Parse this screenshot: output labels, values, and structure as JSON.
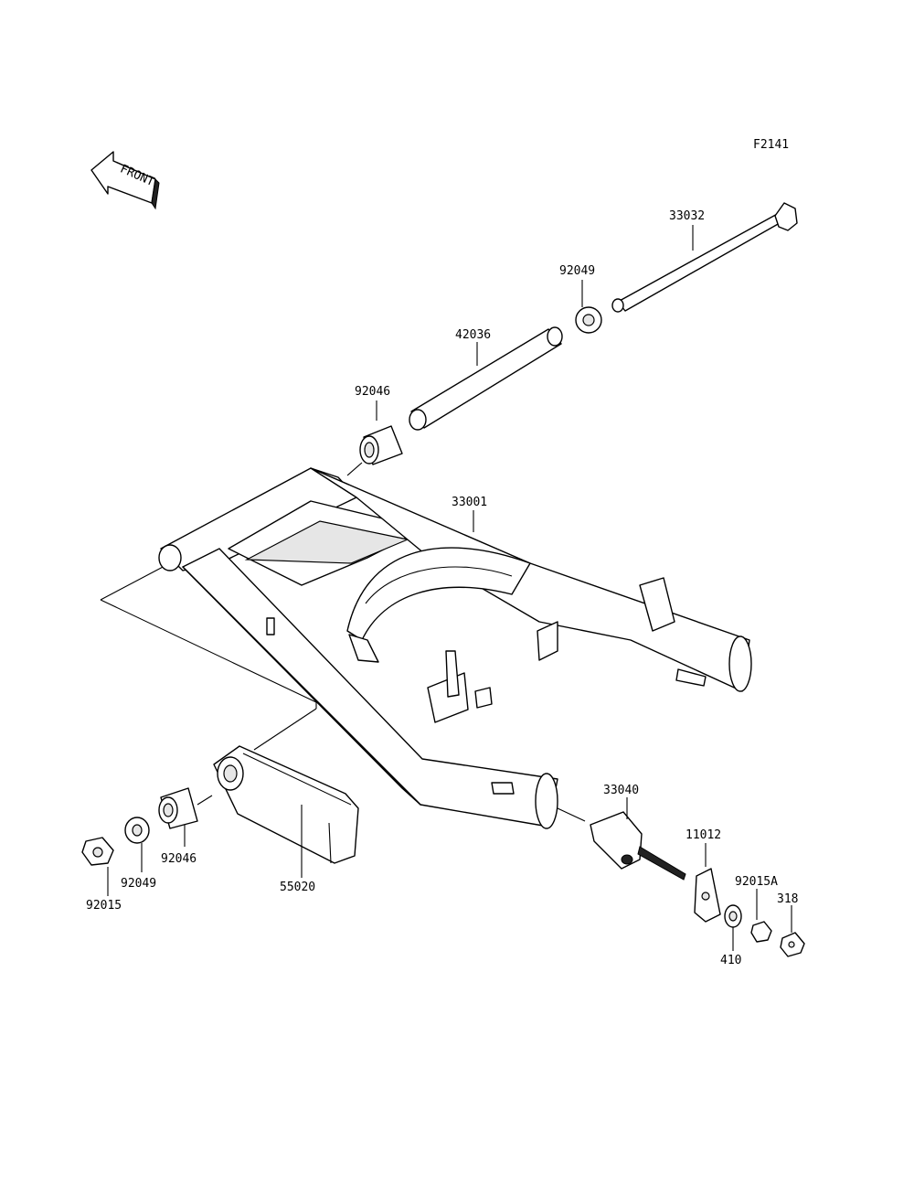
{
  "diagram": {
    "figure_code": "F2141",
    "front_label": "FRONT",
    "parts": [
      {
        "id": "p33032",
        "number": "33032"
      },
      {
        "id": "p92049a",
        "number": "92049"
      },
      {
        "id": "p42036",
        "number": "42036"
      },
      {
        "id": "p92046a",
        "number": "92046"
      },
      {
        "id": "p33001",
        "number": "33001"
      },
      {
        "id": "p33040",
        "number": "33040"
      },
      {
        "id": "p11012",
        "number": "11012"
      },
      {
        "id": "p92015A",
        "number": "92015A"
      },
      {
        "id": "p318",
        "number": "318"
      },
      {
        "id": "p410",
        "number": "410"
      },
      {
        "id": "p92046b",
        "number": "92046"
      },
      {
        "id": "p55020",
        "number": "55020"
      },
      {
        "id": "p92049b",
        "number": "92049"
      },
      {
        "id": "p92015",
        "number": "92015"
      }
    ]
  }
}
